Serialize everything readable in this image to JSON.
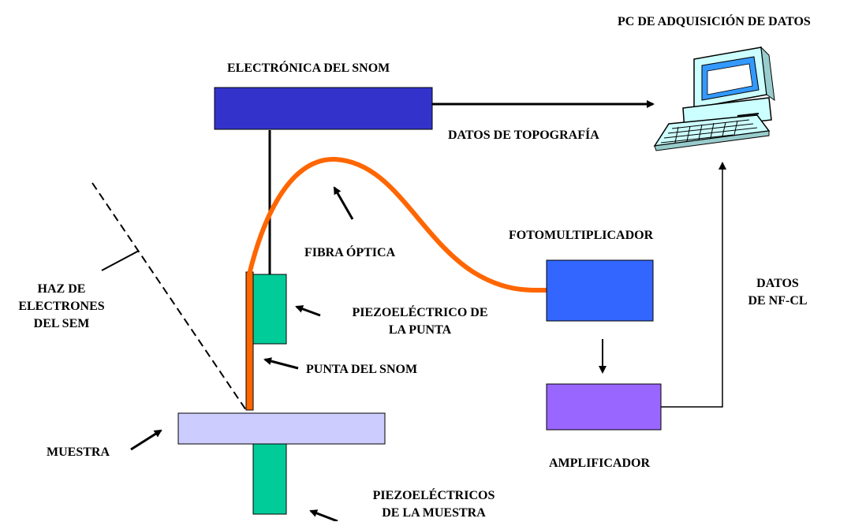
{
  "labels": {
    "pc": "PC DE ADQUISICIÓN DE DATOS",
    "snom_electronics": "ELECTRÓNICA DEL SNOM",
    "topography_data": "DATOS DE TOPOGRAFÍA",
    "photomultiplier": "FOTOMULTIPLICADOR",
    "optical_fiber": "FIBRA ÓPTICA",
    "nfcl_data_1": "DATOS",
    "nfcl_data_2": "DE NF-CL",
    "electron_beam_1": "HAZ DE",
    "electron_beam_2": "ELECTRONES",
    "electron_beam_3": "DEL SEM",
    "tip_piezo_1": "PIEZOELÉCTRICO DE",
    "tip_piezo_2": "LA PUNTA",
    "snom_tip": "PUNTA DEL SNOM",
    "sample": "MUESTRA",
    "amplifier": "AMPLIFICADOR",
    "sample_piezo_1": "PIEZOELÉCTRICOS",
    "sample_piezo_2": "DE LA MUESTRA"
  },
  "colors": {
    "snom_electronics": "#3333cc",
    "photomultiplier": "#3366ff",
    "amplifier": "#9966ff",
    "sample": "#ccccff",
    "piezo": "#00cc99",
    "fiber": "#ff6600",
    "monitor": "#ccffff",
    "screen": "#3399ff",
    "keyboard": "#ccffff"
  },
  "icons": {
    "computer": "desktop-computer-icon"
  }
}
